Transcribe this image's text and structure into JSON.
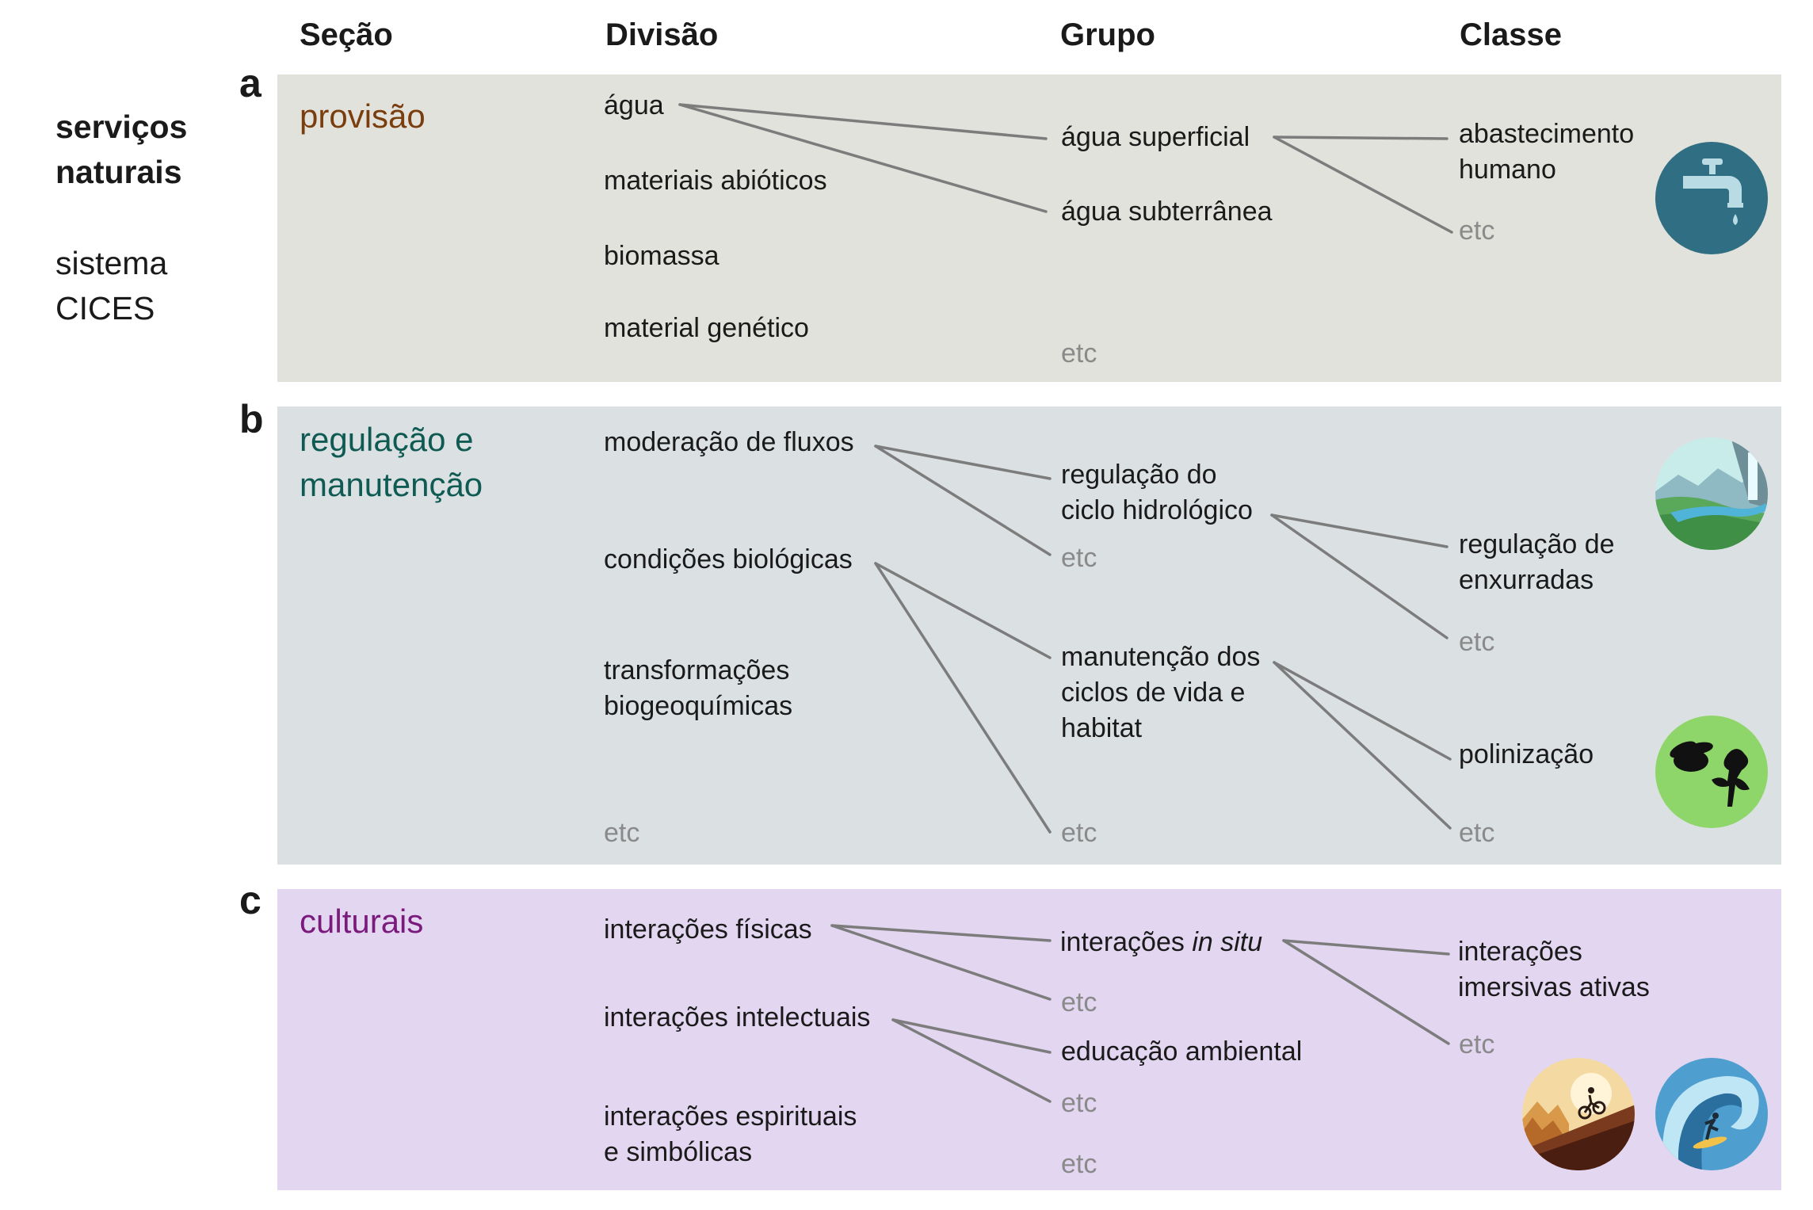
{
  "headers": {
    "secao": "Seção",
    "divisao": "Divisão",
    "grupo": "Grupo",
    "classe": "Classe"
  },
  "sidebar": {
    "title_line1": "serviços",
    "title_line2": "naturais",
    "system_line1": "sistema",
    "system_line2": "CICES"
  },
  "panels": {
    "a": {
      "letter": "a",
      "section": "provisão",
      "color": "#7a3d0e",
      "bg": "#e2e2dc",
      "divisions": [
        "água",
        "materiais abióticos",
        "biomassa",
        "material genético"
      ],
      "groups": [
        "água superficial",
        "água subterrânea"
      ],
      "group_etc": "etc",
      "classes": [
        "abastecimento",
        "humano"
      ],
      "class_etc": "etc",
      "icon": "water-tap-icon"
    },
    "b": {
      "letter": "b",
      "section_line1": "regulação e",
      "section_line2": "manutenção",
      "color": "#0f5b53",
      "bg": "#dbe1e3",
      "divisions": [
        "moderação de fluxos",
        "condições biológicas",
        "transformações",
        "biogeoquímicas"
      ],
      "division_etc": "etc",
      "group1": [
        "regulação do",
        "ciclo hidrológico"
      ],
      "group1_etc": "etc",
      "group2": [
        "manutenção dos",
        "ciclos de vida e",
        "habitat"
      ],
      "group2_etc": "etc",
      "class1": [
        "regulação de",
        "enxurradas"
      ],
      "class1_etc": "etc",
      "class2": "polinização",
      "class2_etc": "etc",
      "icons": [
        "river-landscape-icon",
        "bee-flower-icon"
      ]
    },
    "c": {
      "letter": "c",
      "section": "culturais",
      "color": "#7a1a7c",
      "bg": "#e3d6f1",
      "divisions": [
        "interações físicas",
        "interações intelectuais",
        "interações espirituais",
        "e simbólicas"
      ],
      "group1_prefix": "interações ",
      "group1_italic": "in situ",
      "group1_etc": "etc",
      "group2": "educação ambiental",
      "group2_etc": "etc",
      "group_etc": "etc",
      "class1": [
        "interações",
        "imersivas ativas"
      ],
      "class1_etc": "etc",
      "icons": [
        "mountain-biker-icon",
        "surfer-wave-icon"
      ]
    }
  },
  "line_color": "#7c7c7c"
}
